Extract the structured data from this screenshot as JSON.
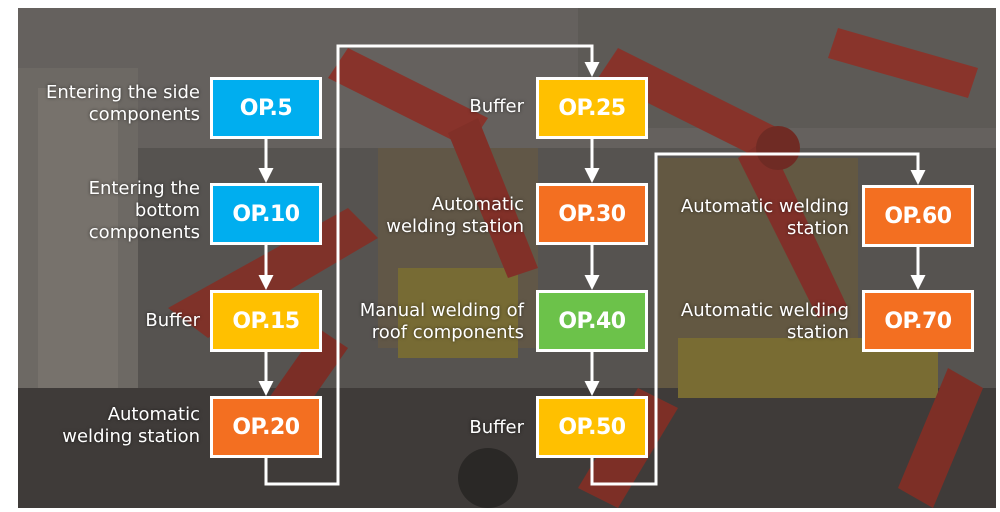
{
  "colors": {
    "blue": "#00aeef",
    "yellow": "#ffc000",
    "orange": "#f36f21",
    "green": "#6cc24a",
    "connector": "#ffffff"
  },
  "operations": {
    "op5": {
      "code": "OP.5",
      "label": "Entering the side components",
      "color": "blue"
    },
    "op10": {
      "code": "OP.10",
      "label": "Entering the bottom components",
      "color": "blue"
    },
    "op15": {
      "code": "OP.15",
      "label": "Buffer",
      "color": "yellow"
    },
    "op20": {
      "code": "OP.20",
      "label": "Automatic welding station",
      "color": "orange"
    },
    "op25": {
      "code": "OP.25",
      "label": "Buffer",
      "color": "yellow"
    },
    "op30": {
      "code": "OP.30",
      "label": "Automatic welding station",
      "color": "orange"
    },
    "op40": {
      "code": "OP.40",
      "label": "Manual welding of roof components",
      "color": "green"
    },
    "op50": {
      "code": "OP.50",
      "label": "Buffer",
      "color": "yellow"
    },
    "op60": {
      "code": "OP.60",
      "label": "Automatic welding station",
      "color": "orange"
    },
    "op70": {
      "code": "OP.70",
      "label": "Automatic welding station",
      "color": "orange"
    }
  },
  "label_lines": {
    "op5": [
      "Entering the side",
      "components"
    ],
    "op10": [
      "Entering the",
      "bottom",
      "components"
    ],
    "op15": [
      "Buffer"
    ],
    "op20": [
      "Automatic",
      "welding station"
    ],
    "op25": [
      "Buffer"
    ],
    "op30": [
      "Automatic",
      "welding station"
    ],
    "op40": [
      "Manual welding of",
      "roof components"
    ],
    "op50": [
      "Buffer"
    ],
    "op60": [
      "Automatic welding",
      "station"
    ],
    "op70": [
      "Automatic welding",
      "station"
    ]
  },
  "flow": [
    [
      "op5",
      "op10"
    ],
    [
      "op10",
      "op15"
    ],
    [
      "op15",
      "op20"
    ],
    [
      "op20",
      "op25"
    ],
    [
      "op25",
      "op30"
    ],
    [
      "op30",
      "op40"
    ],
    [
      "op40",
      "op50"
    ],
    [
      "op50",
      "op60"
    ],
    [
      "op60",
      "op70"
    ]
  ]
}
